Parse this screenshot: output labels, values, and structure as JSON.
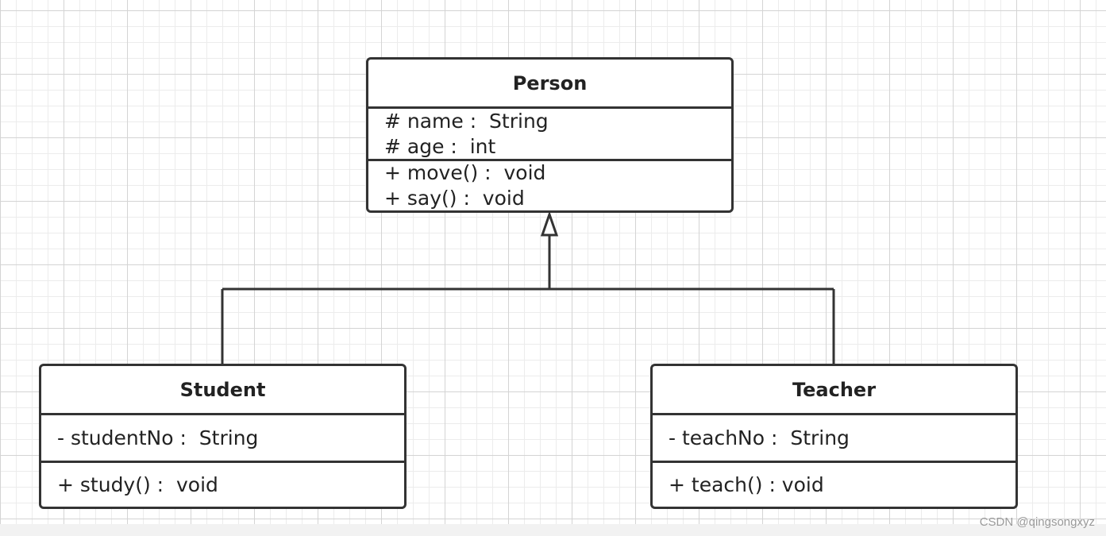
{
  "classes": {
    "person": {
      "name": "Person",
      "attributes": [
        "# name :  String",
        "# age :  int"
      ],
      "methods": [
        "+ move() :  void",
        "+ say() :  void"
      ]
    },
    "student": {
      "name": "Student",
      "attributes": [
        "- studentNo :  String"
      ],
      "methods": [
        "+ study() :  void"
      ]
    },
    "teacher": {
      "name": "Teacher",
      "attributes": [
        "- teachNo :  String"
      ],
      "methods": [
        "+ teach() : void"
      ]
    }
  },
  "relationships": [
    {
      "type": "generalization",
      "from": "Student",
      "to": "Person"
    },
    {
      "type": "generalization",
      "from": "Teacher",
      "to": "Person"
    }
  ],
  "watermark": "CSDN @qingsongxyz",
  "colors": {
    "line": "#333333",
    "grid_minor": "#ececec",
    "grid_major": "#d4d4d4",
    "watermark": "#9a9a9a"
  }
}
